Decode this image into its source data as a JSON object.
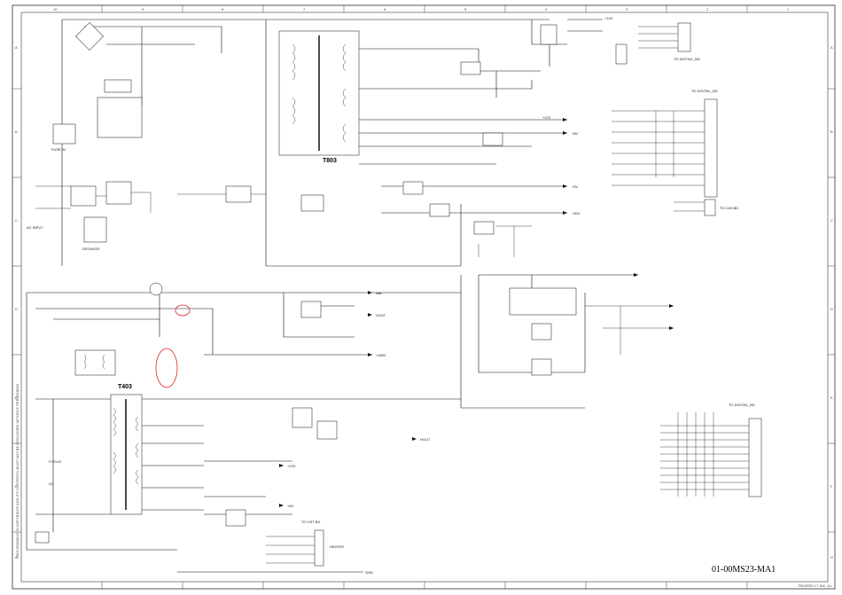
{
  "sheet": {
    "drawing_number": "01-00MS23-MA1",
    "corner_text": "TRIGERS L7 INC. A1",
    "side_note": "THIS DRAWING IS COPYRIGHT AND ITS CONTENTS MUST NOT BE DISCLOSED WITHOUT PERMISSION",
    "columns_top": [
      "10",
      "9",
      "8",
      "7",
      "6",
      "5",
      "4",
      "3",
      "2",
      "1"
    ],
    "rows": [
      "A",
      "B",
      "C",
      "D",
      "E",
      "F",
      "G"
    ]
  },
  "transformers": {
    "main_label": "T803",
    "flyback_label": "T403"
  },
  "connectors": {
    "top_right": "TO DIGITAL_BD",
    "mid_right": "TO DIGITAL_BD",
    "bottom_right": "TO DIGITAL_BD",
    "mid_right_small": "TO LVM BD",
    "bottom_mid": "TO CRT BD"
  },
  "nets": {
    "plus_14v": "+14V",
    "plus_5v": "+5V",
    "heater": "HEATER",
    "gnd": "GND",
    "hout": "HOUT",
    "vout": "VOUT",
    "abl": "ABL",
    "plus_12v": "+12V",
    "plus_8v": "+8V",
    "plus_30v": "+30V",
    "plus_180v": "+180V",
    "focus": "FOCUS",
    "g2": "G2"
  },
  "notes": {
    "fuse_block": "FUSE IN",
    "degauss": "DEGAUSS",
    "ac_input": "AC INPUT"
  }
}
